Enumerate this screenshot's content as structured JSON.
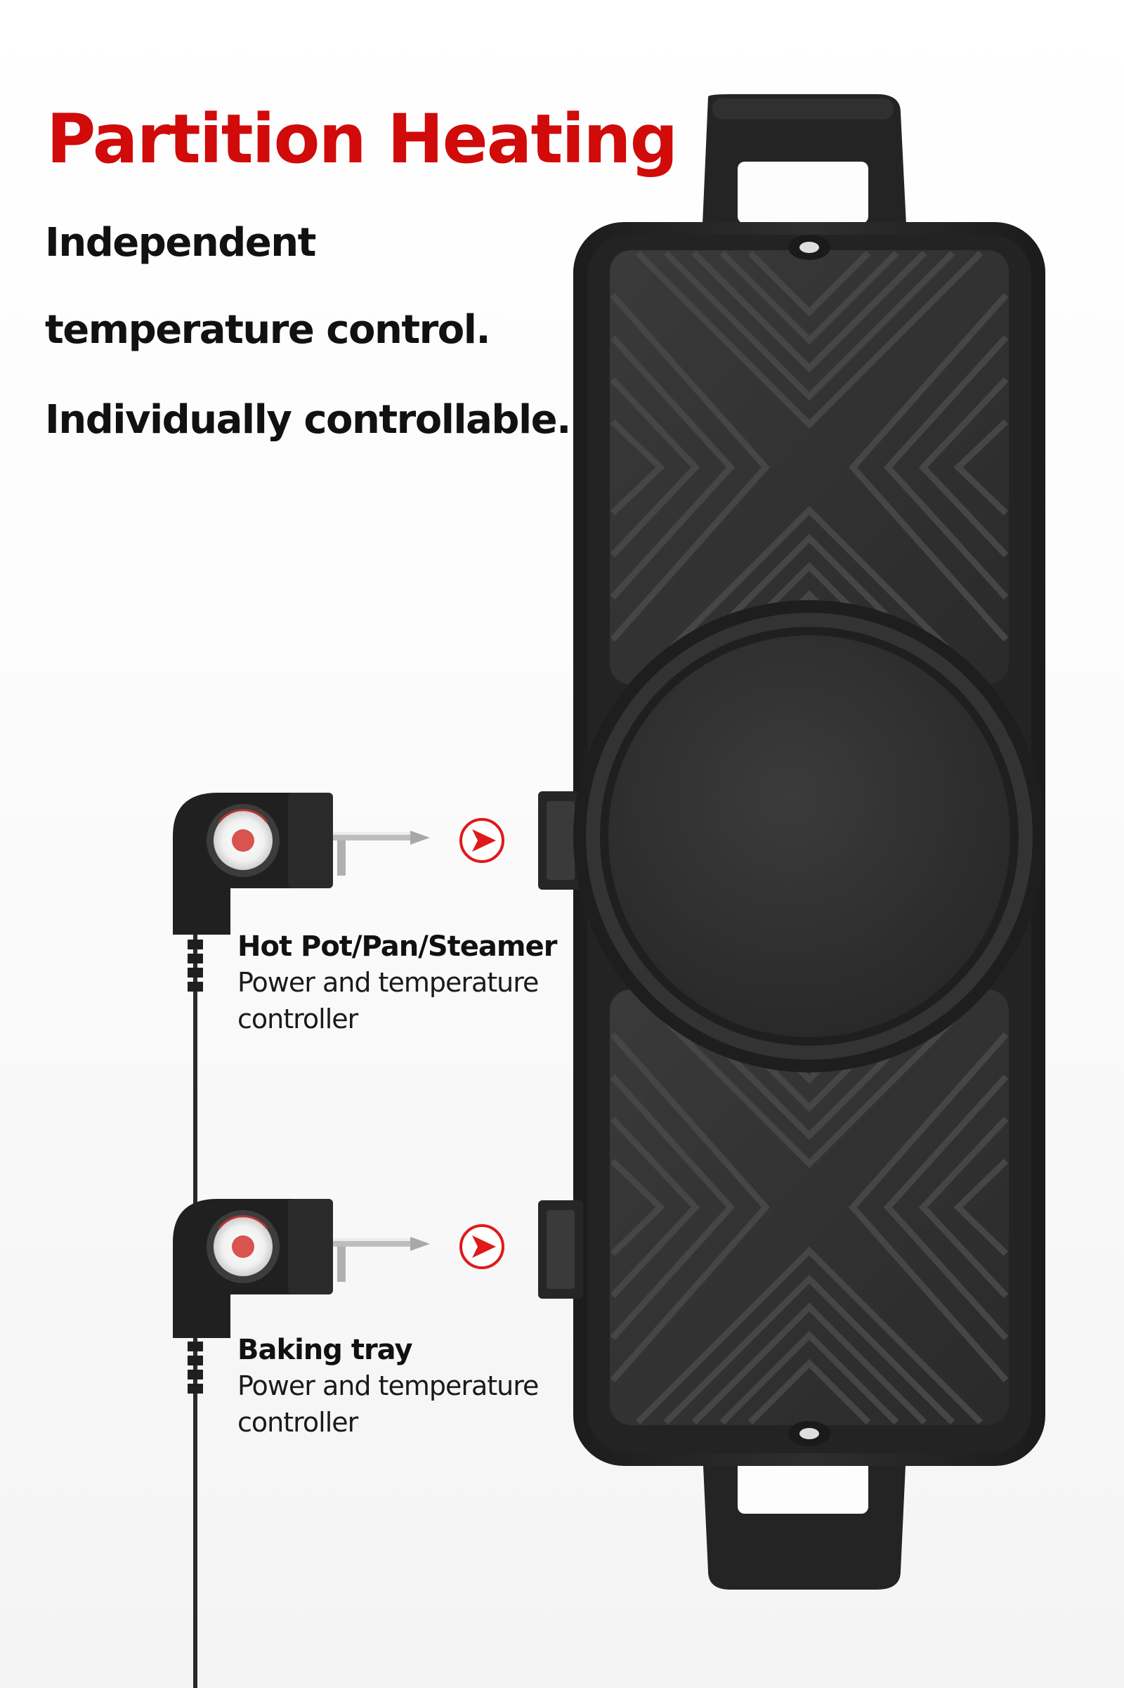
{
  "headline": "Partition Heating",
  "subtitle_lines": [
    "Independent",
    "temperature control.",
    "Individually controllable."
  ],
  "controllers": [
    {
      "title": "Hot Pot/Pan/Steamer",
      "description": "Power and temperature controller",
      "icon": "temperature-probe-controller",
      "arrow_icon": "red-arrow-right-icon"
    },
    {
      "title": "Baking tray",
      "description": "Power and temperature controller",
      "icon": "temperature-probe-controller",
      "arrow_icon": "red-arrow-right-icon"
    }
  ],
  "product": {
    "icon": "split-electric-grill-hotpot"
  },
  "colors": {
    "headline": "#d10a0a",
    "text": "#111111",
    "grill": "#2b2b2b",
    "arrow": "#e01919",
    "background": "#ffffff"
  }
}
